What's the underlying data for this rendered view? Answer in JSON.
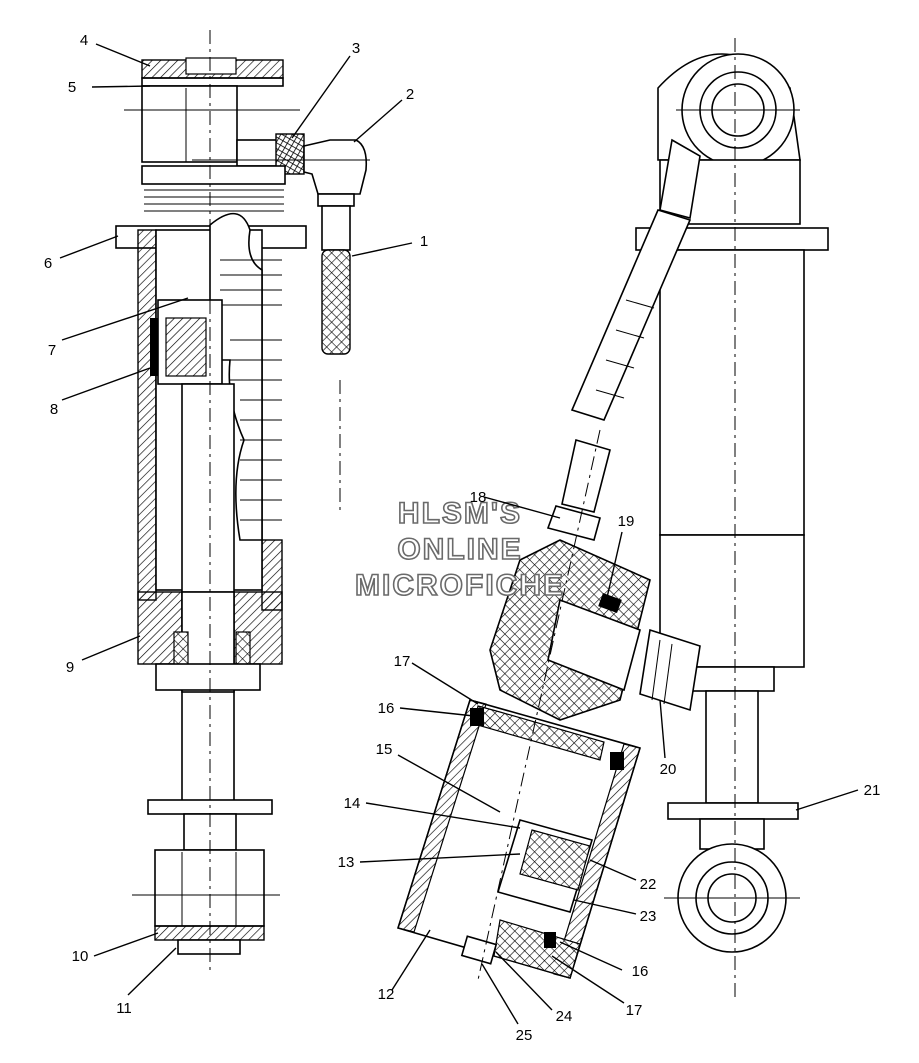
{
  "watermark": {
    "line1": "HLSM'S",
    "line2": "ONLINE",
    "line3": "MICROFICHE"
  },
  "callouts": [
    {
      "id": "c1",
      "label": "1"
    },
    {
      "id": "c2",
      "label": "2"
    },
    {
      "id": "c3",
      "label": "3"
    },
    {
      "id": "c4",
      "label": "4"
    },
    {
      "id": "c5",
      "label": "5"
    },
    {
      "id": "c6",
      "label": "6"
    },
    {
      "id": "c7",
      "label": "7"
    },
    {
      "id": "c8",
      "label": "8"
    },
    {
      "id": "c9",
      "label": "9"
    },
    {
      "id": "c10",
      "label": "10"
    },
    {
      "id": "c11",
      "label": "11"
    },
    {
      "id": "c12",
      "label": "12"
    },
    {
      "id": "c13",
      "label": "13"
    },
    {
      "id": "c14",
      "label": "14"
    },
    {
      "id": "c15",
      "label": "15"
    },
    {
      "id": "c16a",
      "label": "16"
    },
    {
      "id": "c16b",
      "label": "16"
    },
    {
      "id": "c17a",
      "label": "17"
    },
    {
      "id": "c17b",
      "label": "17"
    },
    {
      "id": "c18",
      "label": "18"
    },
    {
      "id": "c19",
      "label": "19"
    },
    {
      "id": "c20",
      "label": "20"
    },
    {
      "id": "c21",
      "label": "21"
    },
    {
      "id": "c22",
      "label": "22"
    },
    {
      "id": "c23",
      "label": "23"
    },
    {
      "id": "c24",
      "label": "24"
    },
    {
      "id": "c25",
      "label": "25"
    }
  ]
}
